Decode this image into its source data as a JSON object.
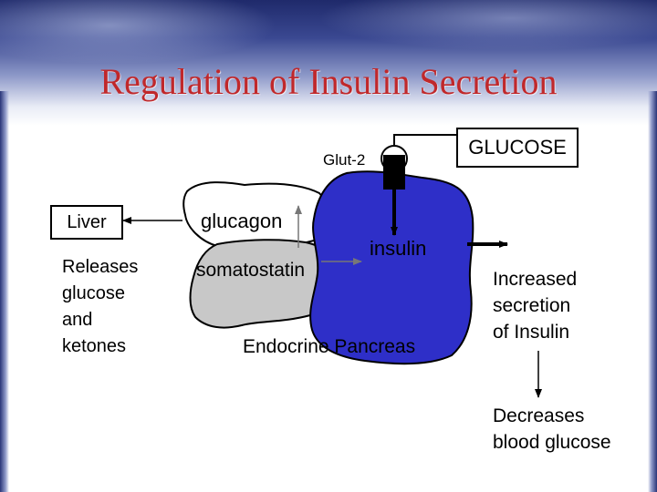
{
  "title": "Regulation of Insulin Secretion",
  "labels": {
    "glut2": "Glut-2",
    "glucose": "GLUCOSE",
    "liver": "Liver",
    "liver_effect": [
      "Releases",
      "glucose",
      "and",
      "ketones"
    ],
    "glucagon": "glucagon",
    "somatostatin": "somatostatin",
    "insulin": "insulin",
    "pancreas": "Endocrine Pancreas",
    "increased": [
      "Increased",
      "secretion",
      "of Insulin"
    ],
    "decreases": [
      "Decreases",
      "blood glucose"
    ]
  },
  "colors": {
    "title": "#c0282b",
    "beta_cells": "#2e2fc8",
    "other_cells": "#c8c8c8"
  }
}
